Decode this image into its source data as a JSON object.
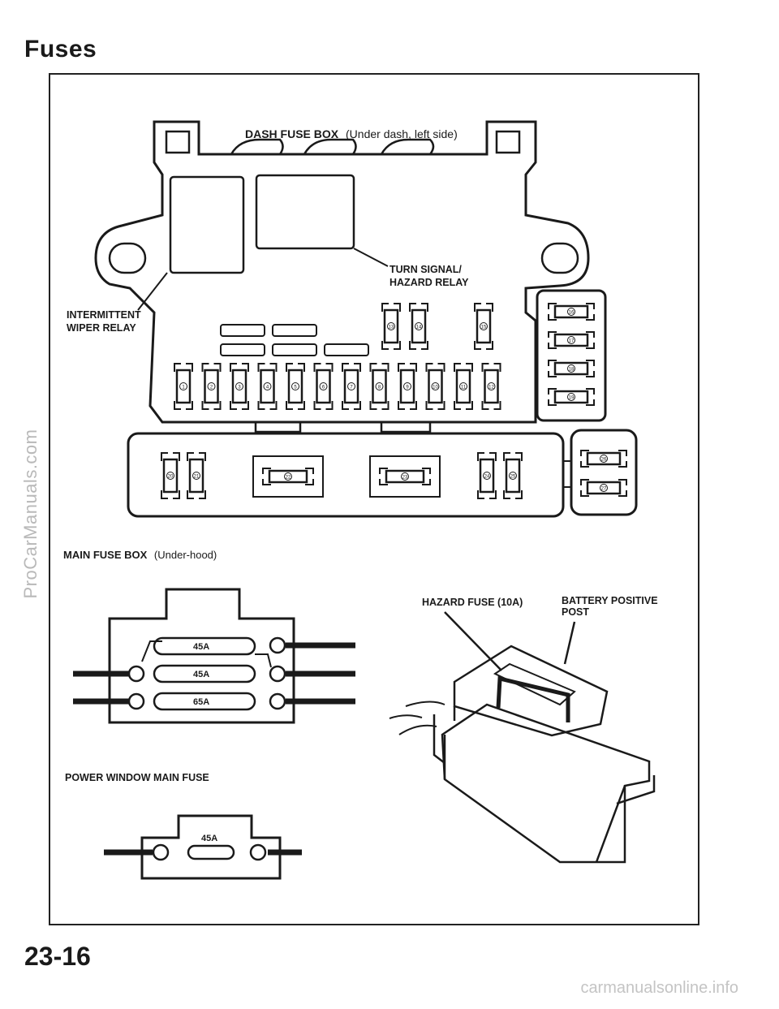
{
  "page": {
    "title": "Fuses",
    "number": "23-16",
    "watermark_side": "ProCarManuals.com",
    "watermark_bottom": "carmanualsonline.info"
  },
  "dash_fuse_box": {
    "label_bold": "DASH FUSE BOX",
    "label_note": "(Under dash, left side)",
    "turn_signal_relay_line1": "TURN SIGNAL/",
    "turn_signal_relay_line2": "HAZARD RELAY",
    "wiper_relay_line1": "INTERMITTENT",
    "wiper_relay_line2": "WIPER RELAY",
    "fuse_numbers_row": [
      "1",
      "2",
      "3",
      "4",
      "5",
      "6",
      "7",
      "8",
      "9",
      "10",
      "11",
      "12"
    ],
    "fuse_numbers_upper": [
      "13",
      "14",
      "15"
    ],
    "fuse_numbers_side": [
      "16",
      "17",
      "18",
      "19"
    ]
  },
  "main_fuse_box": {
    "label_bold": "MAIN FUSE BOX",
    "label_note": "(Under-hood)",
    "fuse_numbers_left": [
      "20",
      "21"
    ],
    "fuse_number_center_left": "22",
    "fuse_number_center_right": "23",
    "fuse_numbers_right": [
      "24",
      "25"
    ],
    "fuse_numbers_side": [
      "26",
      "27"
    ]
  },
  "main_fuses": {
    "ratings": [
      "45A",
      "45A",
      "65A"
    ]
  },
  "power_window_fuse": {
    "label": "POWER WINDOW MAIN FUSE",
    "rating": "45A"
  },
  "hazard_detail": {
    "hazard_fuse_label": "HAZARD FUSE (10A)",
    "battery_post_line1": "BATTERY POSITIVE",
    "battery_post_line2": "POST"
  }
}
